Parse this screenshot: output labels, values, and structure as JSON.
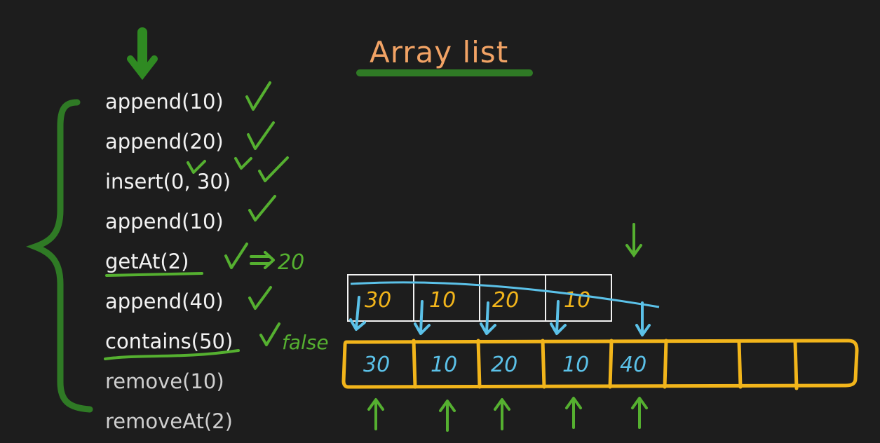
{
  "title": "Array list",
  "operations": [
    {
      "text": "append(10)",
      "mark": "✓"
    },
    {
      "text": "append(20)",
      "mark": "✓"
    },
    {
      "text": "insert(0, 30)",
      "mark": "✓"
    },
    {
      "text": "append(10)",
      "mark": "✓"
    },
    {
      "text": "getAt(2)",
      "mark": "✓⇒20"
    },
    {
      "text": "append(40)",
      "mark": "✓"
    },
    {
      "text": "contains(50)",
      "mark": "✓false"
    },
    {
      "text": "remove(10)",
      "mark": ""
    },
    {
      "text": "removeAt(2)",
      "mark": ""
    }
  ],
  "annotations": {
    "getAt_result": "20",
    "contains_result": "false"
  },
  "old_array": {
    "values": [
      "30",
      "10",
      "20",
      "10"
    ],
    "capacity": 4
  },
  "new_array": {
    "values": [
      "30",
      "10",
      "20",
      "10",
      "40",
      "",
      "",
      ""
    ],
    "capacity": 8
  },
  "colors": {
    "background": "#1d1d1d",
    "title": "#f2a365",
    "green": "#55b030",
    "dark_green": "#2f7a25",
    "yellow": "#f2b51b",
    "blue": "#5bc1e8",
    "white": "#f2f2f2"
  }
}
